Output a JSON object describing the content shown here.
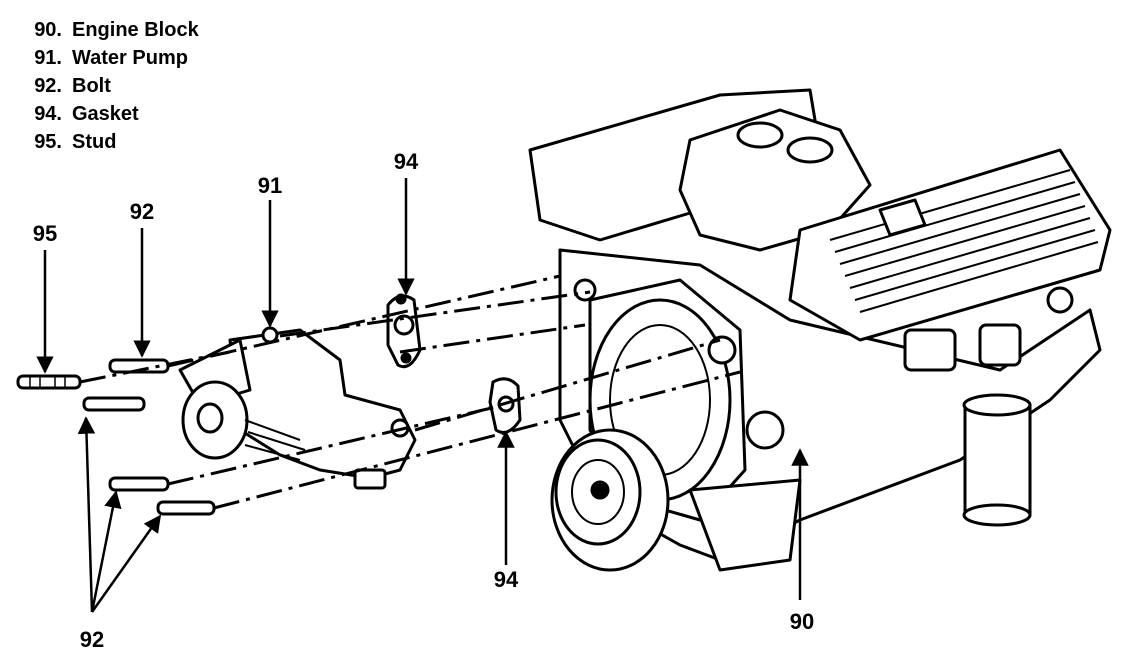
{
  "legend": [
    {
      "num": "90.",
      "label": "Engine Block"
    },
    {
      "num": "91.",
      "label": "Water Pump"
    },
    {
      "num": "92.",
      "label": "Bolt"
    },
    {
      "num": "94.",
      "label": "Gasket"
    },
    {
      "num": "95.",
      "label": "Stud"
    }
  ],
  "callouts": {
    "stud": "95",
    "bolt_top": "92",
    "water_pump": "91",
    "gasket_top": "94",
    "gasket_bottom": "94",
    "bolts_bottom": "92",
    "engine_block": "90"
  },
  "colors": {
    "ink": "#000000",
    "paper": "#ffffff"
  }
}
